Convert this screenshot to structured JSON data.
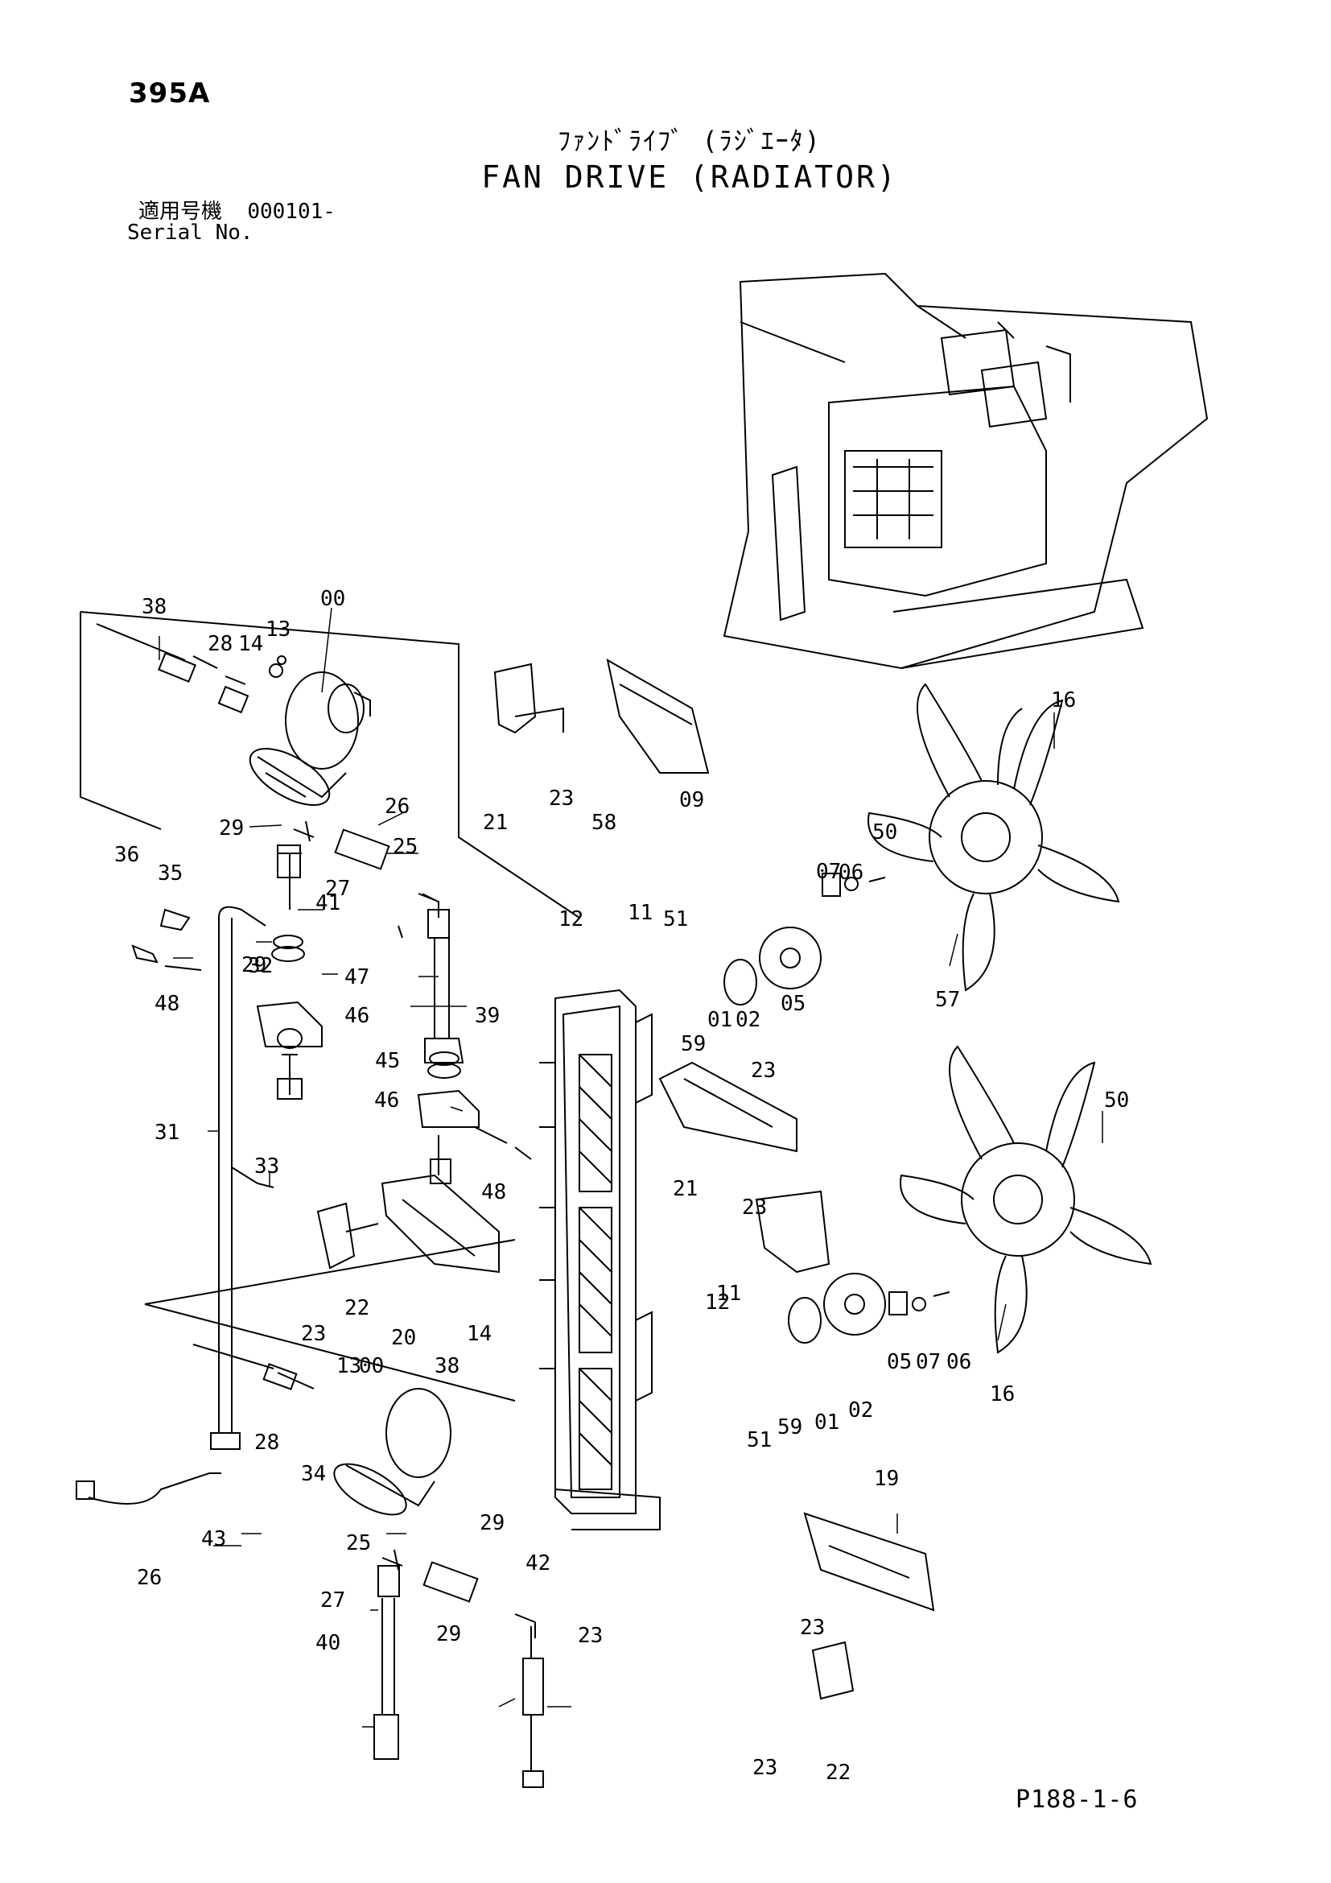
{
  "header": {
    "page_code": "395A",
    "title_jp": "ﾌｧﾝﾄﾞﾗｲﾌﾞ (ﾗｼﾞｴｰﾀ)",
    "title_en": "FAN DRIVE (RADIATOR)",
    "serial_label_jp": "適用号機",
    "serial_value": "000101-",
    "serial_label_en": "Serial No."
  },
  "callouts": [
    "38",
    "00",
    "28",
    "14",
    "13",
    "26",
    "29",
    "25",
    "36",
    "35",
    "41",
    "27",
    "29",
    "32",
    "47",
    "48",
    "46",
    "39",
    "45",
    "46",
    "48",
    "31",
    "33",
    "22",
    "23",
    "20",
    "14",
    "13",
    "00",
    "38",
    "28",
    "34",
    "43",
    "26",
    "29",
    "25",
    "42",
    "27",
    "29",
    "40",
    "23",
    "21",
    "23",
    "58",
    "09",
    "12",
    "11",
    "51",
    "59",
    "01",
    "02",
    "05",
    "07",
    "06",
    "50",
    "16",
    "57",
    "23",
    "21",
    "23",
    "12",
    "11",
    "51",
    "59",
    "01",
    "02",
    "05",
    "07",
    "06",
    "50",
    "16",
    "19",
    "23",
    "22",
    "23"
  ],
  "footer": {
    "reference": "P188-1-6"
  }
}
